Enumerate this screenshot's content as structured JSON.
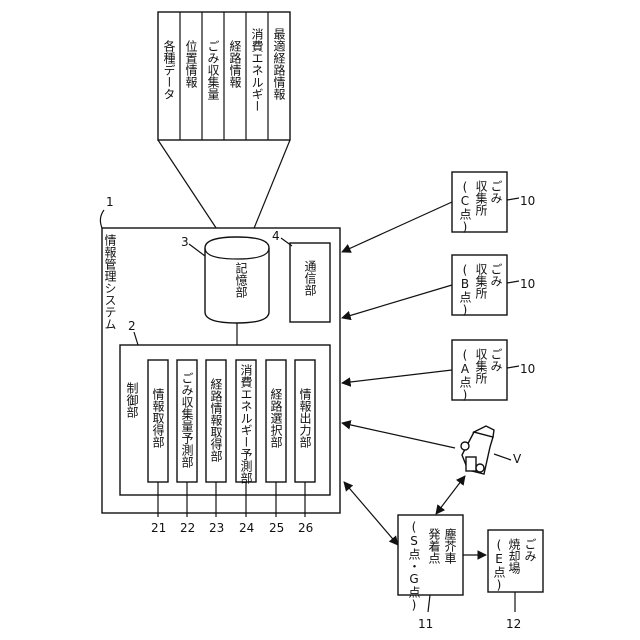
{
  "system": {
    "name": "情報管理システム",
    "ref": "1"
  },
  "storage_data": {
    "items": [
      "各種データ",
      "位置情報",
      "ごみ収集量",
      "経路情報",
      "消費エネルギー",
      "最適経路情報"
    ]
  },
  "storage": {
    "label": "記憶部",
    "ref": "3"
  },
  "comm": {
    "label": "通信部",
    "ref": "4"
  },
  "control": {
    "label": "制御部",
    "ref": "2",
    "units": [
      {
        "label": "情報取得部",
        "ref": "21"
      },
      {
        "label": "ごみ収集量予測部",
        "ref": "22"
      },
      {
        "label": "経路情報取得部",
        "ref": "23"
      },
      {
        "label": "消費エネルギー予測部",
        "ref": "24"
      },
      {
        "label": "経路選択部",
        "ref": "25"
      },
      {
        "label": "情報出力部",
        "ref": "26"
      }
    ]
  },
  "stations": [
    {
      "line1": "ごみ",
      "line2": "収集所",
      "point": "(C点)",
      "ref": "10"
    },
    {
      "line1": "ごみ",
      "line2": "収集所",
      "point": "(B点)",
      "ref": "10"
    },
    {
      "line1": "ごみ",
      "line2": "収集所",
      "point": "(A点)",
      "ref": "10"
    }
  ],
  "vehicle": {
    "ref": "V"
  },
  "depot": {
    "line1": "塵芥車",
    "line2": "発着点",
    "point": "(S点・G点)",
    "ref": "11"
  },
  "incinerator": {
    "line1": "ごみ",
    "line2": "焼却場",
    "point": "(E点)",
    "ref": "12"
  }
}
